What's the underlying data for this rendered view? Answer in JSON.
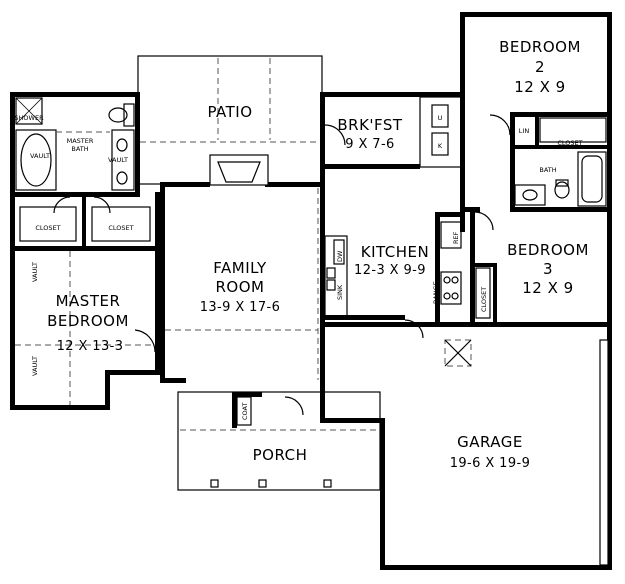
{
  "rooms": {
    "patio": {
      "name": "PATIO"
    },
    "breakfast": {
      "name": "BRK'FST",
      "size": "9 X 7-6"
    },
    "bedroom2": {
      "name": "BEDROOM",
      "number": "2",
      "size": "12 X 9"
    },
    "master_bath": {
      "name_line1": "MASTER",
      "name_line2": "BATH"
    },
    "shower": {
      "name": "SHOWER"
    },
    "vault_left": {
      "name": "VAULT"
    },
    "vault_right": {
      "name": "VAULT"
    },
    "closet_left": {
      "name": "CLOSET"
    },
    "closet_right": {
      "name": "CLOSET"
    },
    "family_room": {
      "name_line1": "FAMILY",
      "name_line2": "ROOM",
      "size": "13-9 X 17-6"
    },
    "kitchen": {
      "name": "KITCHEN",
      "size": "12-3 X 9-9"
    },
    "bath": {
      "name": "BATH"
    },
    "closet_bed2": {
      "name": "CLOSET"
    },
    "lin": {
      "name": "LIN"
    },
    "bedroom3": {
      "name": "BEDROOM",
      "number": "3",
      "size": "12 X 9"
    },
    "closet_bed3": {
      "name": "CLOSET"
    },
    "master_bedroom": {
      "name_line1": "MASTER",
      "name_line2": "BEDROOM",
      "size": "12 X 13-3"
    },
    "vault_mb_top": {
      "name": "VAULT"
    },
    "vault_mb_bottom": {
      "name": "VAULT"
    },
    "garage": {
      "name": "GARAGE",
      "size": "19-6 X 19-9"
    },
    "porch": {
      "name": "PORCH"
    },
    "coat": {
      "name": "COAT"
    }
  },
  "fixtures": {
    "dw": "DW",
    "sink": "SINK",
    "ref": "REF",
    "range": "RANGE",
    "u_mark": "U",
    "k_mark": "K"
  }
}
